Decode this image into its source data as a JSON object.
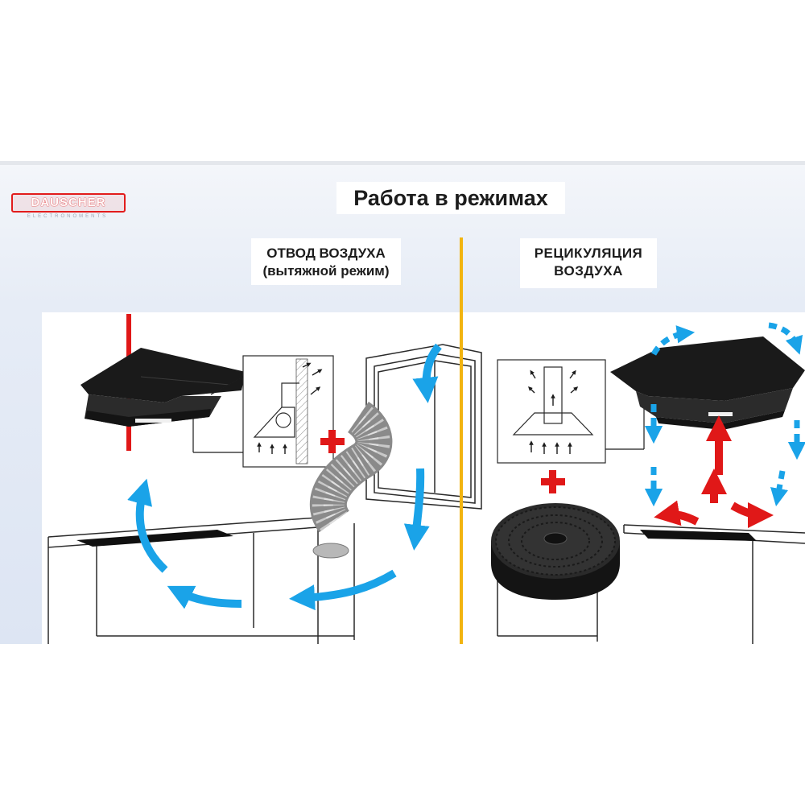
{
  "brand": {
    "name": "DAUSCHER",
    "tagline": "ELECTRONOMENTS"
  },
  "title": "Работа в режимах",
  "modes": [
    {
      "id": "exhaust",
      "line1": "ОТВОД ВОЗДУХА",
      "line2": "(вытяжной режим)"
    },
    {
      "id": "recirculation",
      "line1": "РЕЦИКУЛЯЦИЯ",
      "line2": "ВОЗДУХА"
    }
  ],
  "colors": {
    "divider": "#f2b410",
    "flow_arrow": "#1aa3e8",
    "hot_air": "#e01818",
    "hood": "#1c1c1c",
    "brand_border": "#e21c1c"
  },
  "icons": [
    "hood",
    "duct-hose",
    "charcoal-filter",
    "plus-icon",
    "airflow-arrow",
    "window-frame",
    "cooktop"
  ]
}
